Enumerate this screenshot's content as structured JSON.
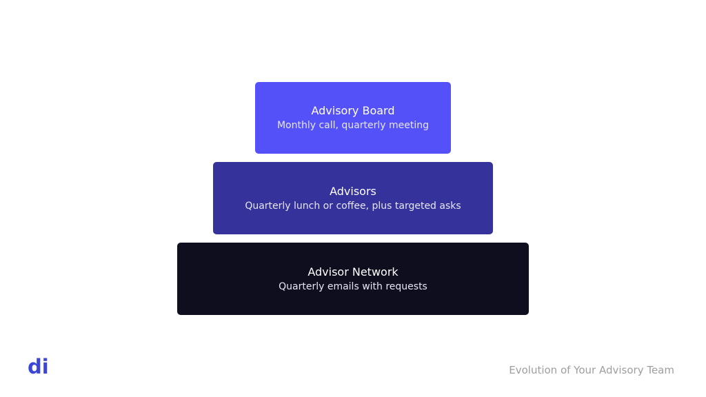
{
  "tiers": [
    {
      "title": "Advisory Board",
      "subtitle": "Monthly call, quarterly meeting",
      "color": "#5551f9"
    },
    {
      "title": "Advisors",
      "subtitle": "Quarterly lunch or coffee, plus targeted asks",
      "color": "#35329b"
    },
    {
      "title": "Advisor Network",
      "subtitle": "Quarterly emails with requests",
      "color": "#0e0e1e"
    }
  ],
  "logo": {
    "text": "di",
    "color": "#3b46d6"
  },
  "footer": {
    "title": "Evolution of Your Advisory Team"
  }
}
